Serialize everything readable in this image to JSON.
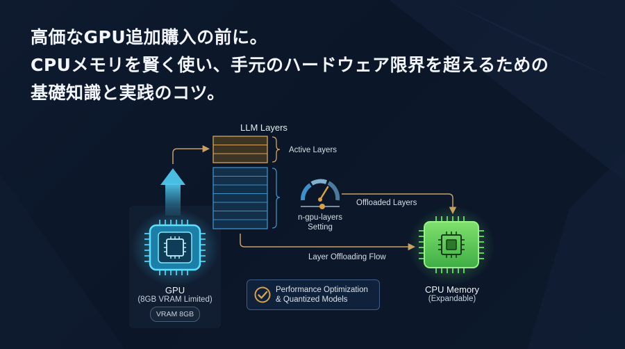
{
  "headline": {
    "line1": "高価なGPU追加購入の前に。",
    "line2": "CPUメモリを賢く使い、手元のハードウェア限界を超えるための",
    "line3": "基礎知識と実践のコツ。"
  },
  "diagram": {
    "layers_title": "LLM Layers",
    "active_layers": "Active Layers",
    "offloaded_layers": "Offloaded Layers",
    "setting_line1": "n-gpu-layers",
    "setting_line2": "Setting",
    "flow_label": "Layer Offloading Flow",
    "gpu_title": "GPU",
    "gpu_subtitle": "(8GB VRAM Limited)",
    "vram_badge": "VRAM 8GB",
    "cpu_title": "CPU Memory",
    "cpu_subtitle": "(Expandable)",
    "perf_line1": "Performance Optimization",
    "perf_line2": "& Quantized Models"
  },
  "colors": {
    "background": "#0d1a2c",
    "active_layers": "#d5a55a",
    "offloaded_layers": "#3e90c8",
    "gpu_chip": "#46d4f0",
    "cpu_chip": "#5fd35d",
    "arrow": "#c9a063",
    "gauge_needle": "#d9a042"
  },
  "icons": {
    "gpu": "chip-icon",
    "cpu": "chip-icon",
    "gauge": "gauge-icon",
    "check": "check-circle-icon",
    "up_arrow": "arrow-up-icon"
  }
}
